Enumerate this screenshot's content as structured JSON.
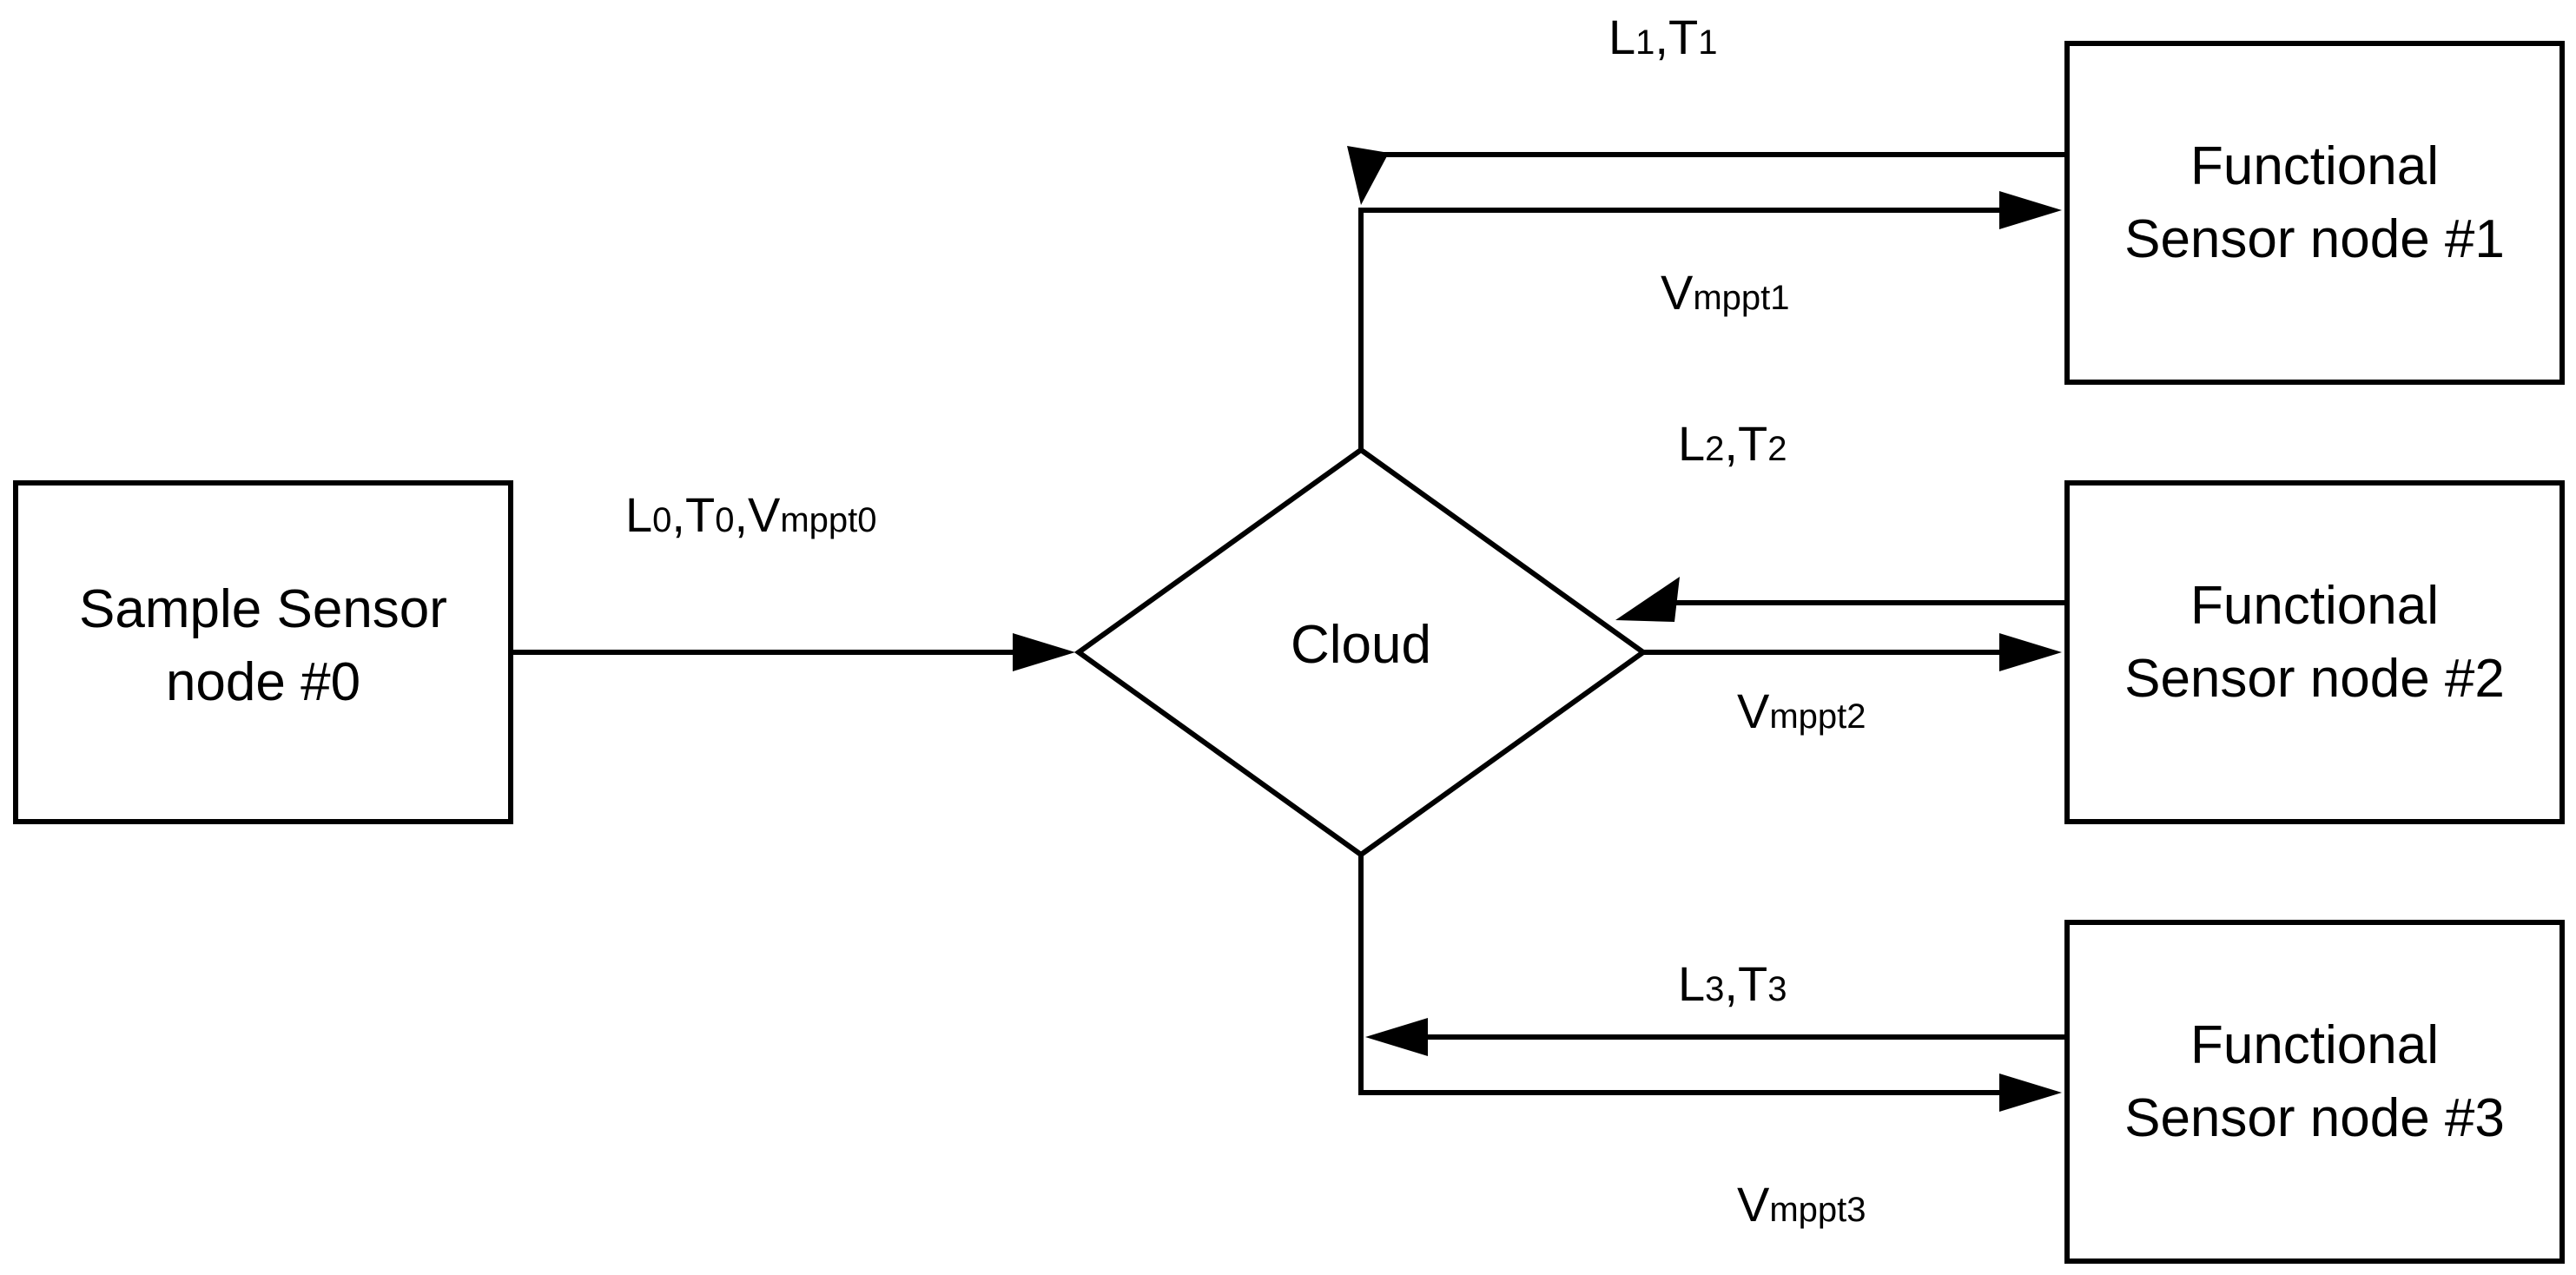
{
  "nodes": {
    "sample": {
      "line1": "Sample Sensor",
      "line2": "node #0"
    },
    "cloud": {
      "label": "Cloud"
    },
    "functional1": {
      "line1": "Functional",
      "line2": "Sensor node #1"
    },
    "functional2": {
      "line1": "Functional",
      "line2": "Sensor node #2"
    },
    "functional3": {
      "line1": "Functional",
      "line2": "Sensor node #3"
    }
  },
  "edges": {
    "sample_to_cloud": {
      "l": "L",
      "l_sub": "0",
      "sep1": ",",
      "t": "T",
      "t_sub": "0",
      "sep2": ",",
      "v": "V",
      "v_sub": "mppt0"
    },
    "node1_to_cloud": {
      "l": "L",
      "l_sub": "1",
      "sep": ",",
      "t": "T",
      "t_sub": "1"
    },
    "cloud_to_node1": {
      "v": "V",
      "v_sub": "mppt1"
    },
    "node2_to_cloud": {
      "l": "L",
      "l_sub": "2",
      "sep": ",",
      "t": "T",
      "t_sub": "2"
    },
    "cloud_to_node2": {
      "v": "V",
      "v_sub": "mppt2"
    },
    "node3_to_cloud": {
      "l": "L",
      "l_sub": "3",
      "sep": ",",
      "t": "T",
      "t_sub": "3"
    },
    "cloud_to_node3": {
      "v": "V",
      "v_sub": "mppt3"
    }
  }
}
